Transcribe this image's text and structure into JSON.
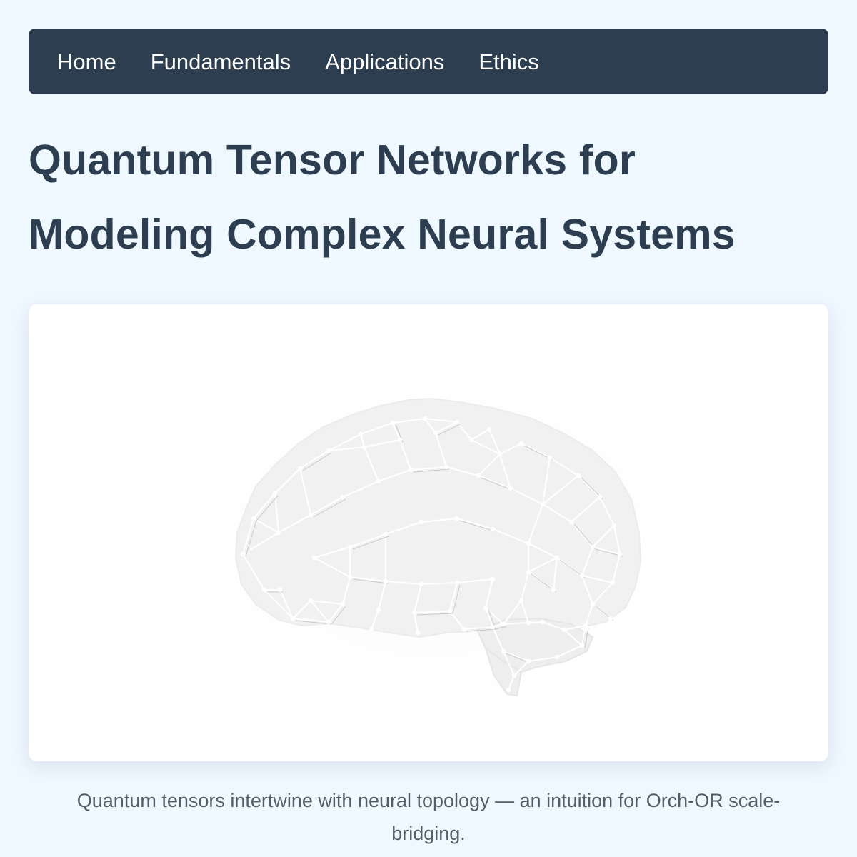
{
  "nav": {
    "items": [
      {
        "label": "Home"
      },
      {
        "label": "Fundamentals"
      },
      {
        "label": "Applications"
      },
      {
        "label": "Ethics"
      }
    ]
  },
  "page": {
    "title": "Quantum Tensor Networks for Modeling Complex Neural Systems"
  },
  "hero": {
    "icon": "brain-network-illustration",
    "caption": "Quantum tensors intertwine with neural topology — an intuition for Orch-OR scale-bridging."
  },
  "colors": {
    "background": "#eff7ff",
    "nav_background": "#2c3e50",
    "title": "#2c3e50",
    "caption": "#555d66",
    "card": "#ffffff",
    "brain_fill": "#f1f1f1"
  }
}
